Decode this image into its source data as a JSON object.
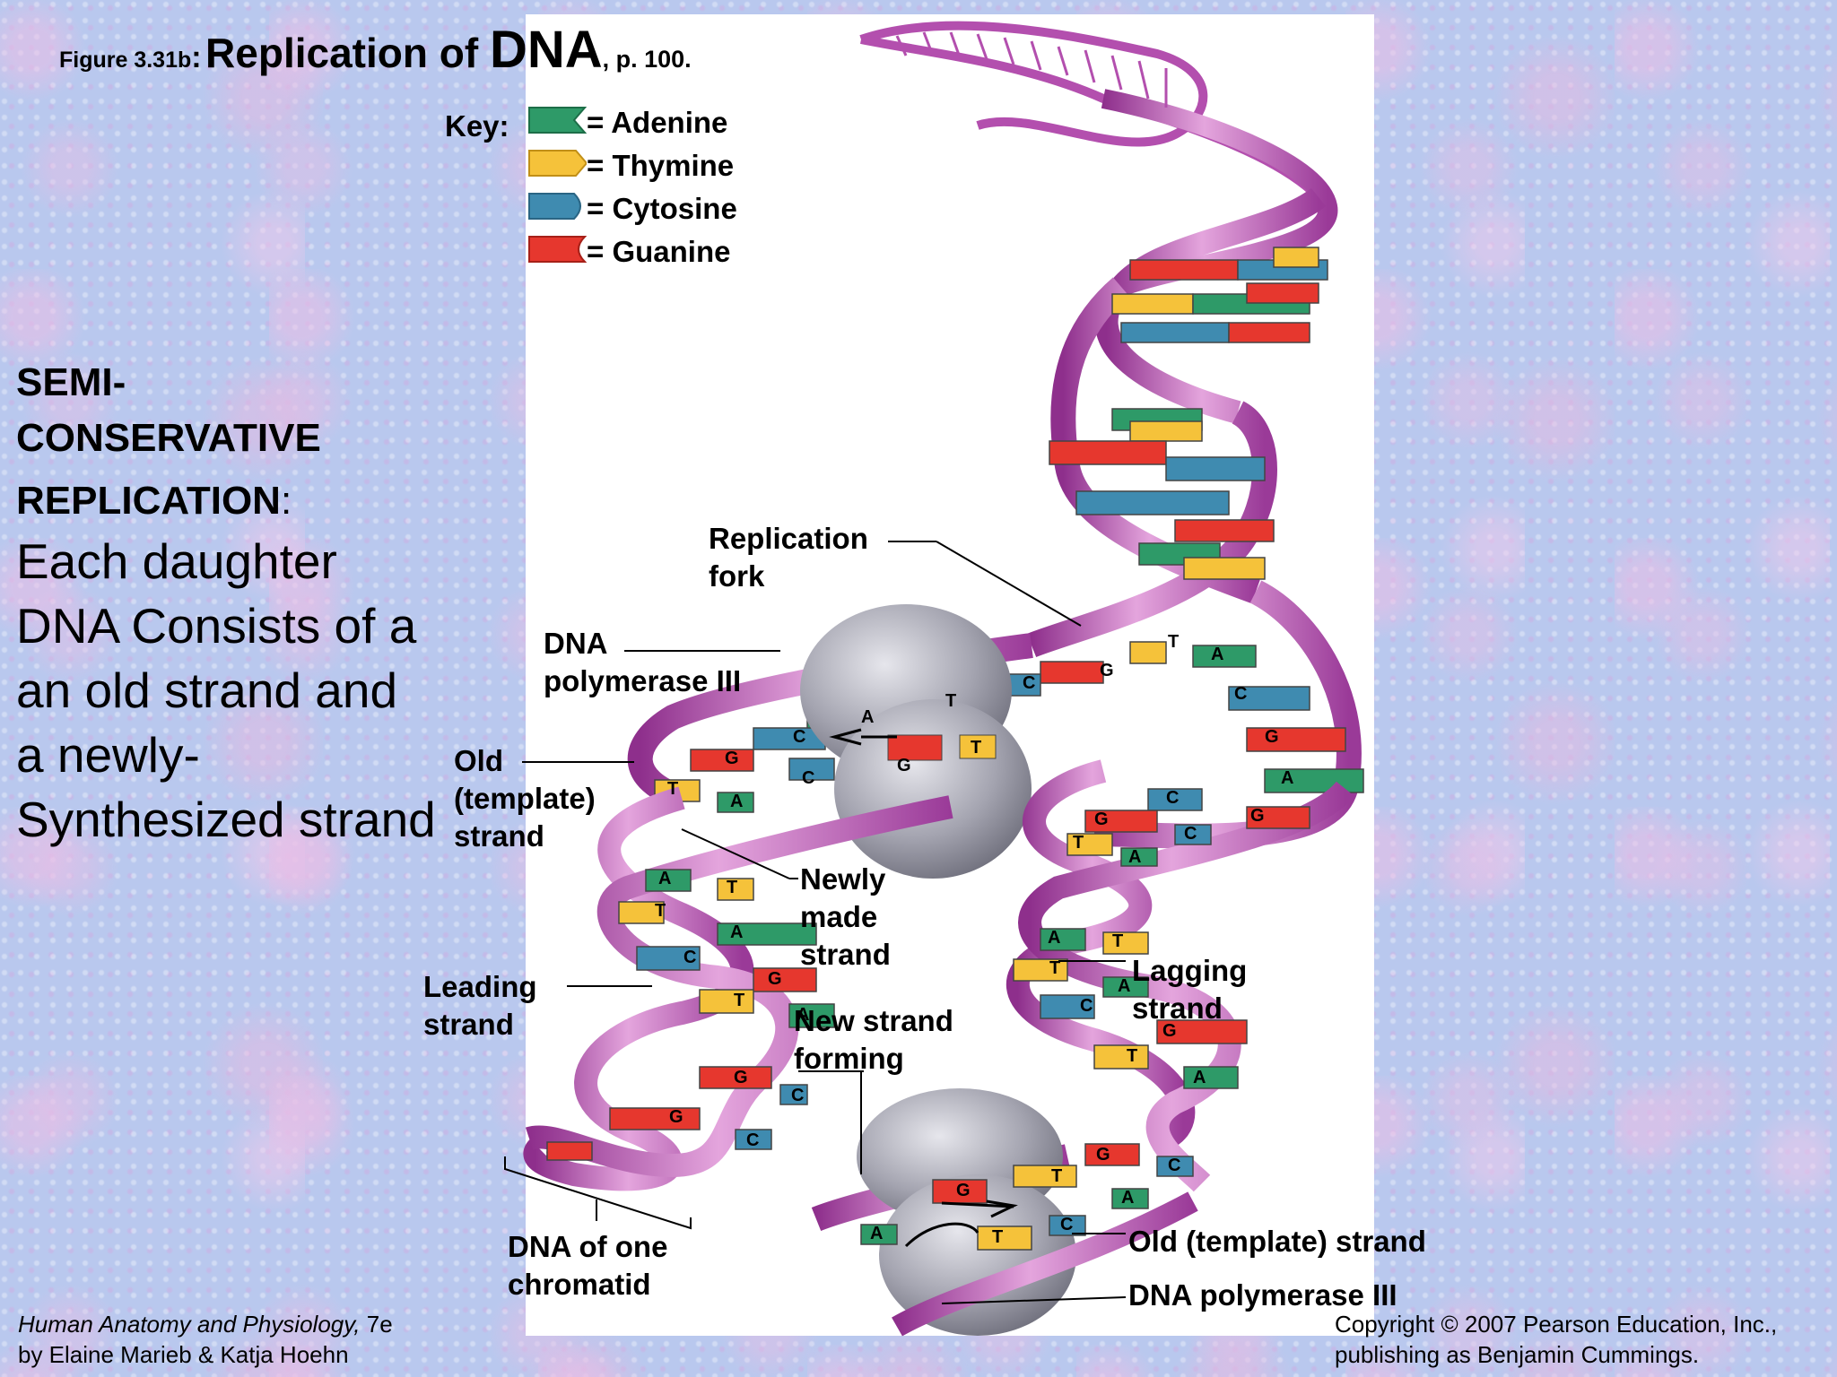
{
  "title": {
    "figure_number": "Figure 3.31b",
    "separator": ":",
    "prefix": "Replication of ",
    "emphasis": "DNA",
    "page": ", p. 100."
  },
  "key": {
    "label": "Key:",
    "items": [
      {
        "text": "= Adenine",
        "color": "#2e9a68"
      },
      {
        "text": "= Thymine",
        "color": "#f5c23a"
      },
      {
        "text": "= Cytosine",
        "color": "#3f8bb0"
      },
      {
        "text": "= Guanine",
        "color": "#e6372e"
      }
    ]
  },
  "left_text": {
    "heading_line1": "SEMI-",
    "heading_line2": "CONSERVATIVE",
    "heading_line3": "REPLICATION",
    "heading_colon": ":",
    "body": "Each daughter DNA Consists of a  an old strand and  a newly-Synthesized strand"
  },
  "labels": {
    "replication_fork": [
      "Replication",
      "fork"
    ],
    "dna_polymerase_top": [
      "DNA",
      "polymerase III"
    ],
    "old_template_strand_left": [
      "Old",
      "(template)",
      "strand"
    ],
    "newly_made_strand": [
      "Newly",
      "made",
      "strand"
    ],
    "leading_strand": [
      "Leading",
      "strand"
    ],
    "new_strand_forming": [
      "New strand",
      "forming"
    ],
    "lagging_strand": [
      "Lagging",
      "strand"
    ],
    "dna_of_one_chromatid": [
      "DNA of one",
      "chromatid"
    ],
    "old_template_strand_bottom": "Old (template) strand",
    "dna_polymerase_bottom": "DNA polymerase III"
  },
  "bases": {
    "a": "A",
    "t": "T",
    "c": "C",
    "g": "G"
  },
  "footer": {
    "book_title": "Human Anatomy and Physiology,",
    "edition": " 7e",
    "authors": "by Elaine Marieb & Katja Hoehn",
    "copyright": "Copyright © 2007 Pearson Education, Inc.,",
    "publisher": "publishing as Benjamin Cummings."
  },
  "colors": {
    "backbone": "#b34fae",
    "backbone_light": "#e3a3dc",
    "polymerase": "#a9a9b4",
    "panel": "#ffffff"
  }
}
